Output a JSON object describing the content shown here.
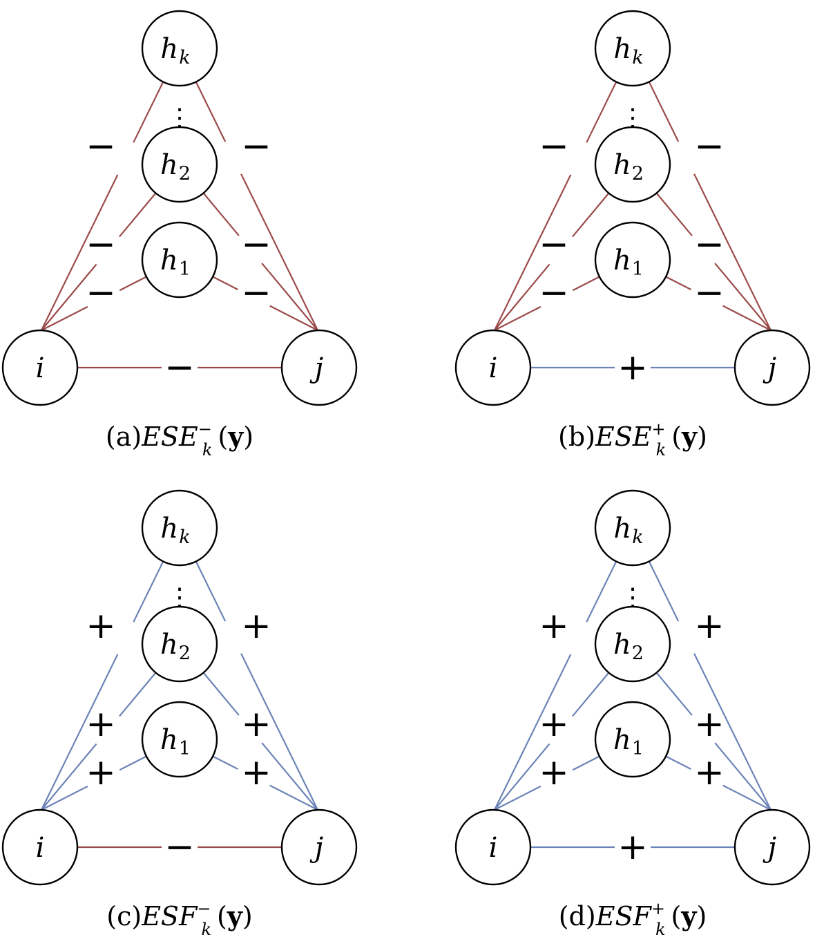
{
  "colors": {
    "negative": "#9b4a4a",
    "positive": "#6c83b8",
    "node_stroke": "#000000"
  },
  "node_labels": {
    "h_base": "h",
    "sub_k": "k",
    "sub_2": "2",
    "sub_1": "1",
    "i": "i",
    "j": "j",
    "ellipsis": "⋮"
  },
  "panels": [
    {
      "id": "a",
      "caption_prefix": "(a)",
      "caption_main": "ESE",
      "caption_sup": "−",
      "caption_sub": "k",
      "caption_arg_open": "(",
      "caption_arg": "y",
      "caption_arg_close": ")",
      "edges": {
        "i_j": "−",
        "i_h1": "−",
        "i_h2": "−",
        "i_hk": "−",
        "j_h1": "−",
        "j_h2": "−",
        "j_hk": "−"
      }
    },
    {
      "id": "b",
      "caption_prefix": "(b)",
      "caption_main": "ESE",
      "caption_sup": "+",
      "caption_sub": "k",
      "caption_arg_open": "(",
      "caption_arg": "y",
      "caption_arg_close": ")",
      "edges": {
        "i_j": "+",
        "i_h1": "−",
        "i_h2": "−",
        "i_hk": "−",
        "j_h1": "−",
        "j_h2": "−",
        "j_hk": "−"
      }
    },
    {
      "id": "c",
      "caption_prefix": "(c)",
      "caption_main": "ESF",
      "caption_sup": "−",
      "caption_sub": "k",
      "caption_arg_open": "(",
      "caption_arg": "y",
      "caption_arg_close": ")",
      "edges": {
        "i_j": "−",
        "i_h1": "+",
        "i_h2": "+",
        "i_hk": "+",
        "j_h1": "+",
        "j_h2": "+",
        "j_hk": "+"
      }
    },
    {
      "id": "d",
      "caption_prefix": "(d)",
      "caption_main": "ESF",
      "caption_sup": "+",
      "caption_sub": "k",
      "caption_arg_open": "(",
      "caption_arg": "y",
      "caption_arg_close": ")",
      "edges": {
        "i_j": "+",
        "i_h1": "+",
        "i_h2": "+",
        "i_hk": "+",
        "j_h1": "+",
        "j_h2": "+",
        "j_hk": "+"
      }
    }
  ]
}
